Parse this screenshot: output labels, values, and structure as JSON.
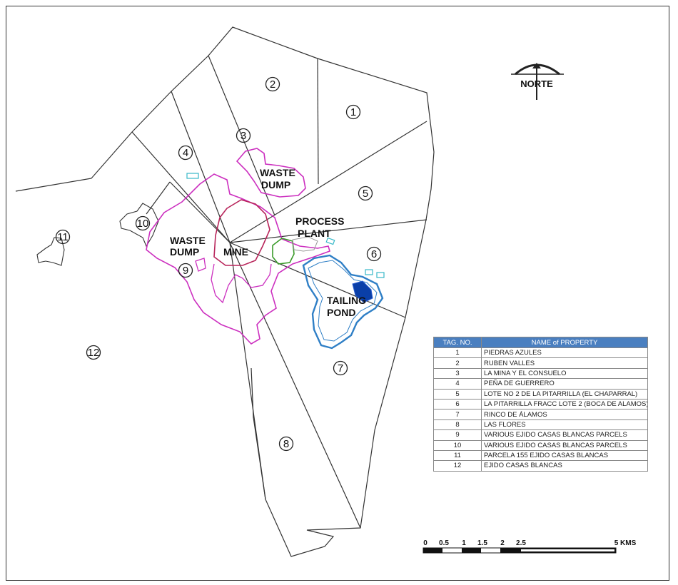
{
  "north_label": "NORTE",
  "property_tags": [
    "1",
    "2",
    "3",
    "4",
    "5",
    "6",
    "7",
    "8",
    "9",
    "10",
    "11",
    "12"
  ],
  "areas": {
    "waste_dump_north": [
      "WASTE",
      "DUMP"
    ],
    "waste_dump_west": [
      "WASTE",
      "DUMP"
    ],
    "process_plant": [
      "PROCESS",
      "PLANT"
    ],
    "mine": "MINE",
    "tailing_pond": [
      "TAILING",
      "POND"
    ]
  },
  "legend": {
    "header_tag": "TAG. NO.",
    "header_name": "NAME of PROPERTY",
    "rows": [
      {
        "tag": "1",
        "name": "PIEDRAS AZULES"
      },
      {
        "tag": "2",
        "name": "RUBEN VALLES"
      },
      {
        "tag": "3",
        "name": "LA MINA Y EL CONSUELO"
      },
      {
        "tag": "4",
        "name": "PEÑA DE GUERRERO"
      },
      {
        "tag": "5",
        "name": "LOTE NO 2 DE LA PITARRILLA (EL CHAPARRAL)"
      },
      {
        "tag": "6",
        "name": "LA PITARRILLA FRACC LOTE 2 (BOCA DE ALAMOS)"
      },
      {
        "tag": "7",
        "name": "RINCO DE ÁLAMOS"
      },
      {
        "tag": "8",
        "name": "LAS FLORES"
      },
      {
        "tag": "9",
        "name": "VARIOUS EJIDO CASAS BLANCAS PARCELS"
      },
      {
        "tag": "10",
        "name": "VARIOUS EJIDO CASAS BLANCAS PARCELS"
      },
      {
        "tag": "11",
        "name": "PARCELA 155 EJIDO CASAS BLANCAS"
      },
      {
        "tag": "12",
        "name": "EJIDO CASAS BLANCAS"
      }
    ]
  },
  "scale_bar": {
    "ticks": [
      "0",
      "0.5",
      "1",
      "1.5",
      "2",
      "2.5",
      "5 KMS"
    ]
  },
  "colors": {
    "boundary": "#333333",
    "waste_dump": "#cc2fbf",
    "mine_pit": "#b8245a",
    "tailing_pond": "#2f7fc6",
    "tailing_water": "#0a3fa8",
    "process_plant": "#3a9a2a",
    "legend_header": "#4a7fc0"
  }
}
